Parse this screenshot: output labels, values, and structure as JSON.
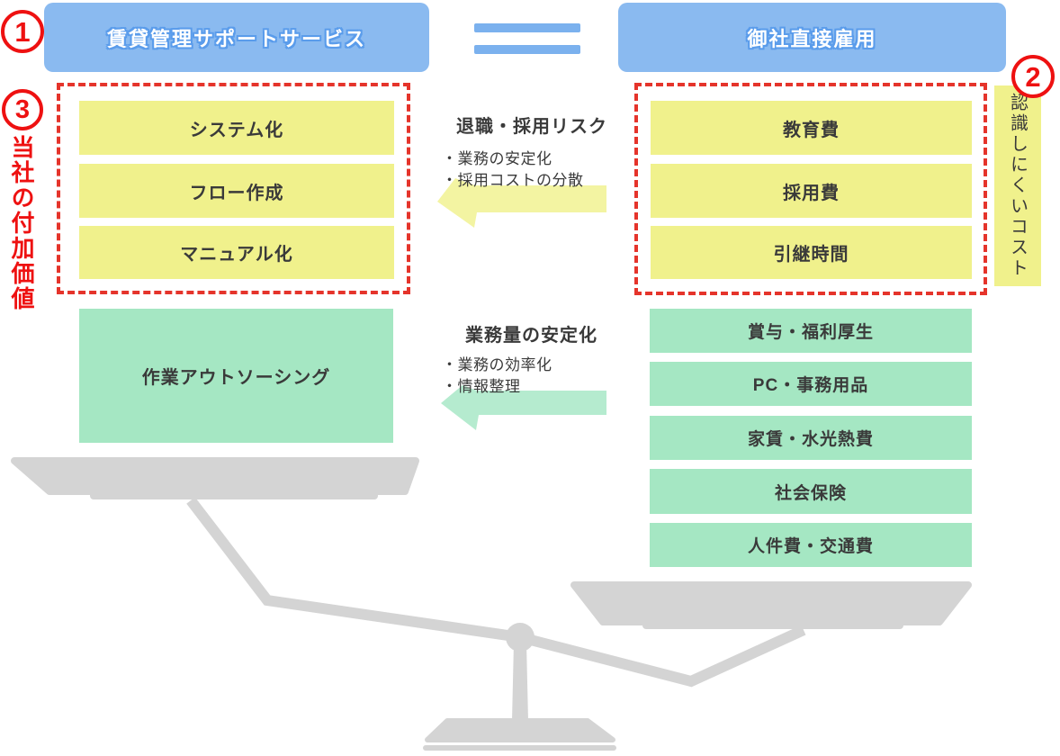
{
  "colors": {
    "header_blue": "#8abaf0",
    "header_outline_blue": "#5a9ceb",
    "equals_blue": "#7bb1ee",
    "item_yellow": "#f0f18c",
    "item_green": "#a5e7c3",
    "arrow_yellow": "#f3f4a2",
    "arrow_green": "#b5ebcf",
    "frame_red": "#e5342b",
    "accent_red": "#ee1111",
    "scale_gray": "#d4d4d4",
    "text_gray": "#3a3a3a"
  },
  "badges": {
    "one": "1",
    "two": "2",
    "three": "3"
  },
  "left": {
    "header": "賃貸管理サポートサービス",
    "added_value_label": "当社の付加価値",
    "value_items": [
      "システム化",
      "フロー作成",
      "マニュアル化"
    ],
    "outsourcing": "作業アウトソーシング"
  },
  "right": {
    "header": "御社直接雇用",
    "hidden_cost_label": "認識しにくいコスト",
    "hidden_cost_items": [
      "教育費",
      "採用費",
      "引継時間"
    ],
    "direct_cost_items": [
      "賞与・福利厚生",
      "PC・事務用品",
      "家賃・水光熱費",
      "社会保険",
      "人件費・交通費"
    ]
  },
  "arrows": {
    "top": {
      "title": "退職・採用リスク",
      "bullets": [
        "・業務の安定化",
        "・採用コストの分散"
      ]
    },
    "bottom": {
      "title": "業務量の安定化",
      "bullets": [
        "・業務の効率化",
        "・情報整理"
      ]
    }
  }
}
